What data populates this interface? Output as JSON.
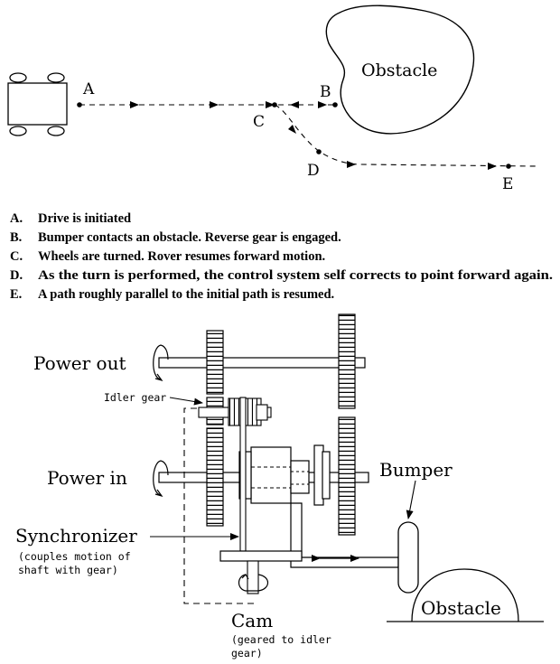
{
  "path_diagram": {
    "points": {
      "a": "A",
      "b": "B",
      "c": "C",
      "d": "D",
      "e": "E"
    },
    "obstacle_label": "Obstacle"
  },
  "steps": [
    {
      "letter": "A.",
      "text": "Drive is initiated"
    },
    {
      "letter": "B.",
      "text": "Bumper contacts an obstacle. Reverse gear is engaged."
    },
    {
      "letter": "C.",
      "text": "Wheels are turned. Rover resumes forward motion."
    },
    {
      "letter": "D.",
      "text": "As the turn is performed, the control system self corrects to point forward again."
    },
    {
      "letter": "E.",
      "text": "A path roughly parallel to the initial path is resumed."
    }
  ],
  "mechanism": {
    "power_out": "Power out",
    "idler_gear": "Idler gear",
    "power_in": "Power in",
    "bumper": "Bumper",
    "synchronizer": "Synchronizer",
    "synchronizer_note_1": "(couples motion of",
    "synchronizer_note_2": "shaft with gear)",
    "obstacle": "Obstacle",
    "cam": "Cam",
    "cam_note_1": "(geared to idler",
    "cam_note_2": "gear)"
  }
}
